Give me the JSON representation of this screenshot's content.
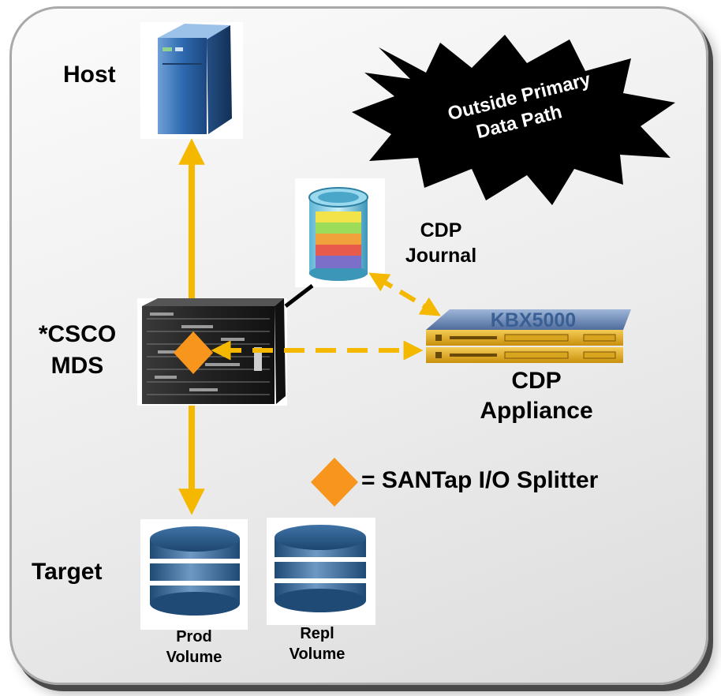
{
  "labels": {
    "host": "Host",
    "mds_line1": "*CSCO",
    "mds_line2": "MDS",
    "target": "Target",
    "cdp_journal_line1": "CDP",
    "cdp_journal_line2": "Journal",
    "cdp_appliance_line1": "CDP",
    "cdp_appliance_line2": "Appliance",
    "splitter_legend": "= SANTap I/O Splitter",
    "prod_volume_line1": "Prod",
    "prod_volume_line2": "Volume",
    "repl_volume_line1": "Repl",
    "repl_volume_line2": "Volume",
    "callout_line1": "Outside Primary",
    "callout_line2": "Data Path",
    "appliance_brand": "KBX5000"
  },
  "colors": {
    "arrow_yellow": "#f5b800",
    "splitter_orange": "#f7951d",
    "host_blue": "#2f6bb0",
    "disk_blue": "#2b5e8e",
    "appliance_blue": "#5a78a8",
    "appliance_gold": "#e2a91a"
  }
}
